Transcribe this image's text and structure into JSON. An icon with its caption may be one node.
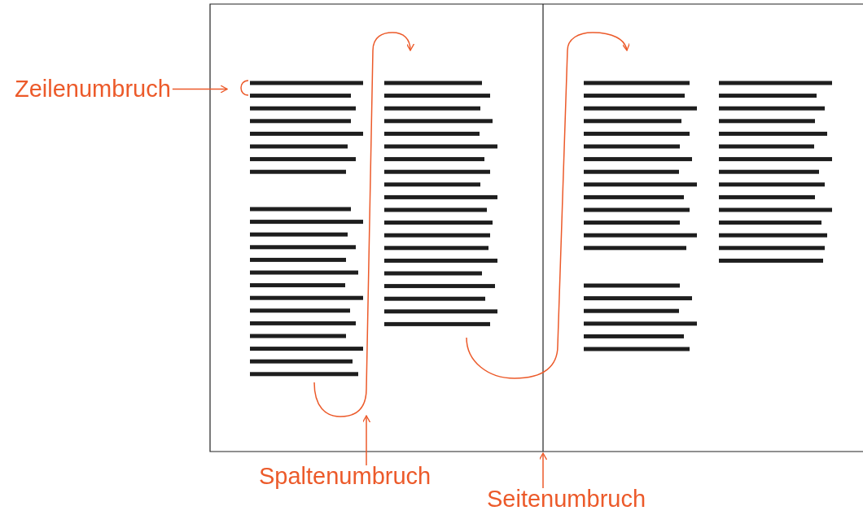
{
  "diagram": {
    "nodes": [
      {
        "text": [
          "Zeilenumbruch"
        ]
      },
      {
        "text": [
          "Spaltenumbruch"
        ]
      },
      {
        "text": [
          "Seitenumbruch"
        ]
      }
    ],
    "edges": [
      {
        "from": 0,
        "to": null,
        "arrow": "to"
      },
      {
        "from": 1,
        "to": null,
        "arrow": "to"
      },
      {
        "from": 2,
        "to": null,
        "arrow": "to"
      }
    ]
  }
}
